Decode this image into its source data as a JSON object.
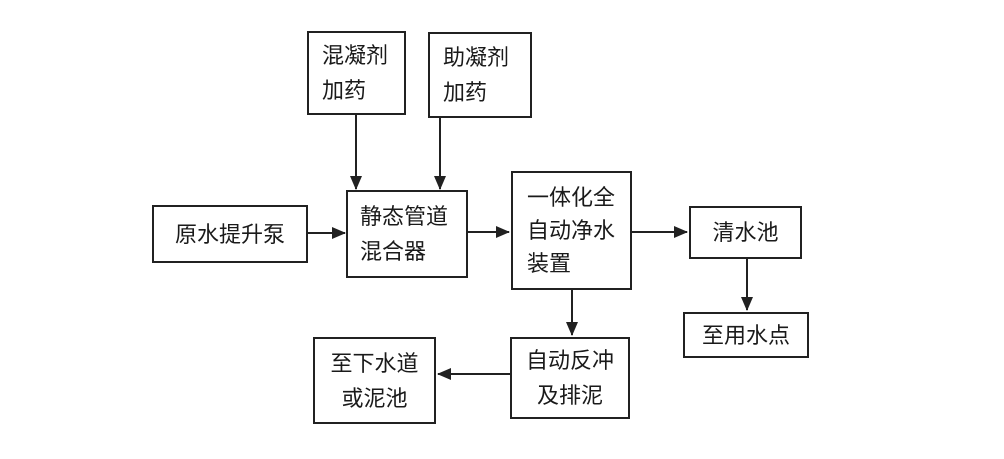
{
  "diagram": {
    "nodes": {
      "coagulant_dosing": {
        "line1": "混凝剂",
        "line2": "加药"
      },
      "coagulant_aid_dosing": {
        "line1": "助凝剂",
        "line2": "加药"
      },
      "raw_water_pump": {
        "line1": "原水提升泵"
      },
      "static_pipe_mixer": {
        "line1": "静态管道",
        "line2": "混合器"
      },
      "integrated_auto_purifier": {
        "line1": "一体化全",
        "line2": "自动净水",
        "line3": "装置"
      },
      "clear_water_tank": {
        "line1": "清水池"
      },
      "to_water_use_point": {
        "line1": "至用水点"
      },
      "auto_backwash_sludge": {
        "line1": "自动反冲",
        "line2": "及排泥"
      },
      "to_sewer_or_mud_pool": {
        "line1": "至下水道",
        "line2": "或泥池"
      }
    },
    "edges": [
      {
        "from": "coagulant_dosing",
        "to": "static_pipe_mixer"
      },
      {
        "from": "coagulant_aid_dosing",
        "to": "static_pipe_mixer"
      },
      {
        "from": "raw_water_pump",
        "to": "static_pipe_mixer"
      },
      {
        "from": "static_pipe_mixer",
        "to": "integrated_auto_purifier"
      },
      {
        "from": "integrated_auto_purifier",
        "to": "clear_water_tank"
      },
      {
        "from": "clear_water_tank",
        "to": "to_water_use_point"
      },
      {
        "from": "integrated_auto_purifier",
        "to": "auto_backwash_sludge"
      },
      {
        "from": "auto_backwash_sludge",
        "to": "to_sewer_or_mud_pool"
      }
    ],
    "colors": {
      "line": "#212121",
      "text": "#1a1a1a",
      "background": "#ffffff"
    }
  }
}
